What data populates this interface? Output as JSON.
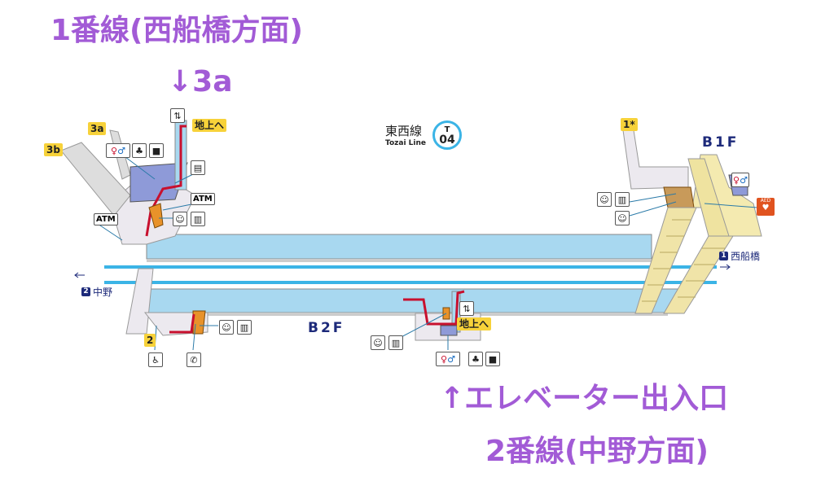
{
  "annotations": {
    "platform1": "1番線(西船橋方面)",
    "exit3a": "↓3a",
    "elevator": "↑エレベーター出入口",
    "platform2": "2番線(中野方面)"
  },
  "line": {
    "name_ja": "東西線",
    "name_en": "Tozai Line",
    "letter": "T",
    "number": "04"
  },
  "floors": {
    "b1": "B1F",
    "b2": "B2F"
  },
  "exits": {
    "e3a": "3a",
    "e3b": "3b",
    "e1": "1*",
    "e2": "2"
  },
  "to_ground": "地上へ",
  "atm": "ATM",
  "aed": "AED",
  "directions": {
    "east": {
      "num": "1",
      "label": "西船橋"
    },
    "west": {
      "num": "2",
      "label": "中野"
    }
  },
  "colors": {
    "annotation": "#a25bd6",
    "platform": "#a8d8f0",
    "track": "#3bb4e6",
    "stairs_b1": "#f4eab0",
    "exit_badge": "#f7d23a",
    "navy": "#1d2a7a"
  }
}
